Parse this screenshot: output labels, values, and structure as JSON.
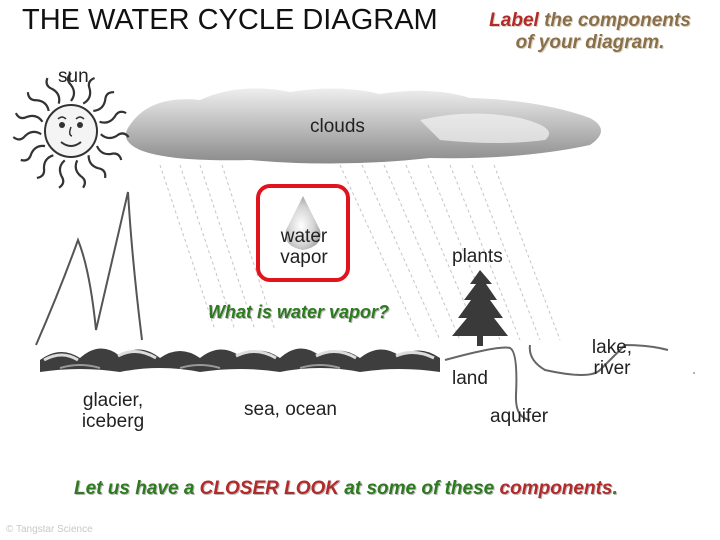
{
  "title": "THE WATER CYCLE DIAGRAM",
  "instruction": {
    "line1_emph": "Label",
    "line1_rest": " the components",
    "line2": "of your diagram."
  },
  "labels": {
    "sun": "sun",
    "clouds": "clouds",
    "water_vapor_1": "water",
    "water_vapor_2": "vapor",
    "plants": "plants",
    "land": "land",
    "lake_river_1": "lake,",
    "lake_river_2": "river",
    "glacier_1": "glacier,",
    "glacier_2": "iceberg",
    "sea_ocean": "sea, ocean",
    "aquifer": "aquifer"
  },
  "question": "What is water vapor?",
  "bottom": {
    "part1": "Let us have a ",
    "part2": "CLOSER LOOK",
    "part3": " at some of these ",
    "part4": "components",
    "part5": "."
  },
  "credit": "© Tangstar Science",
  "colors": {
    "highlight_box": "#e0141c",
    "green_text": "#2d7a1f",
    "red_text": "#b22a2a",
    "tan_text": "#8b6f4a"
  }
}
